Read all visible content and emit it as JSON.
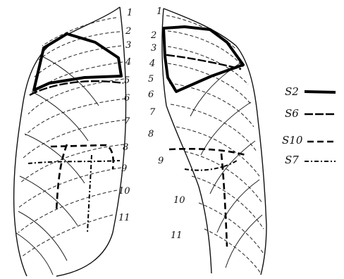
{
  "rib_numbers_left": [
    "1",
    "2",
    "3",
    "4",
    "5",
    "6",
    "7",
    "8",
    "9",
    "10",
    "11"
  ],
  "rib_numbers_right": [
    "1",
    "2",
    "3",
    "4",
    "5",
    "6",
    "7",
    "8",
    "9",
    "10",
    "11"
  ],
  "legend": {
    "items": [
      {
        "label": "S2",
        "style": "thick-solid"
      },
      {
        "label": "S6",
        "style": "dashed"
      },
      {
        "label": "S10",
        "style": "dashed"
      },
      {
        "label": "S7",
        "style": "dash-dot"
      }
    ]
  }
}
